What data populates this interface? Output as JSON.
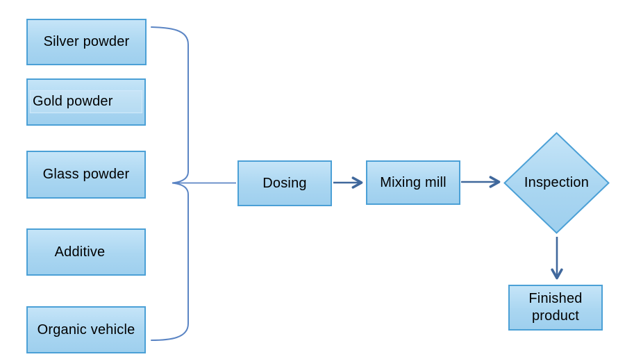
{
  "flowchart": {
    "nodes": {
      "inputs": [
        {
          "label": "Silver powder"
        },
        {
          "label": "Gold powder"
        },
        {
          "label": "Glass powder"
        },
        {
          "label": "Additive"
        },
        {
          "label": "Organic vehicle"
        }
      ],
      "dosing": {
        "label": "Dosing"
      },
      "mixing_mill": {
        "label": "Mixing mill"
      },
      "inspection": {
        "label": "Inspection"
      },
      "finished_product": {
        "label": "Finished product"
      }
    },
    "colors": {
      "node_fill_top": "#c6e5f8",
      "node_fill_bottom": "#9ecfee",
      "node_border": "#4ba0d6",
      "arrow_line": "#40689c",
      "brace_line": "#5b85c4",
      "text": "#000000",
      "background": "#ffffff"
    }
  }
}
